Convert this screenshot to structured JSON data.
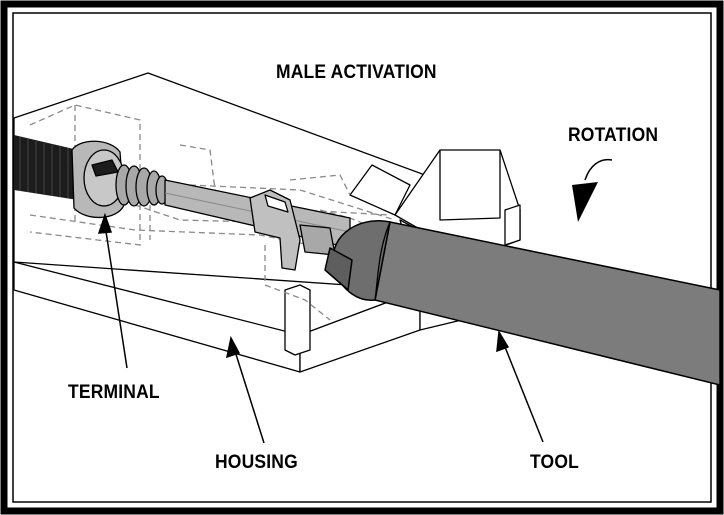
{
  "labels": {
    "title": "MALE ACTIVATION",
    "rotation": "ROTATION",
    "terminal": "TERMINAL",
    "housing": "HOUSING",
    "tool": "TOOL"
  },
  "colors": {
    "frame": "#000000",
    "tool_fill": "#7c7c7c",
    "tool_dark": "#5e5e5e",
    "terminal_fill": "#b8b8b8",
    "cable": "#1c1c1c",
    "hidden_line": "#8a8a8a"
  }
}
